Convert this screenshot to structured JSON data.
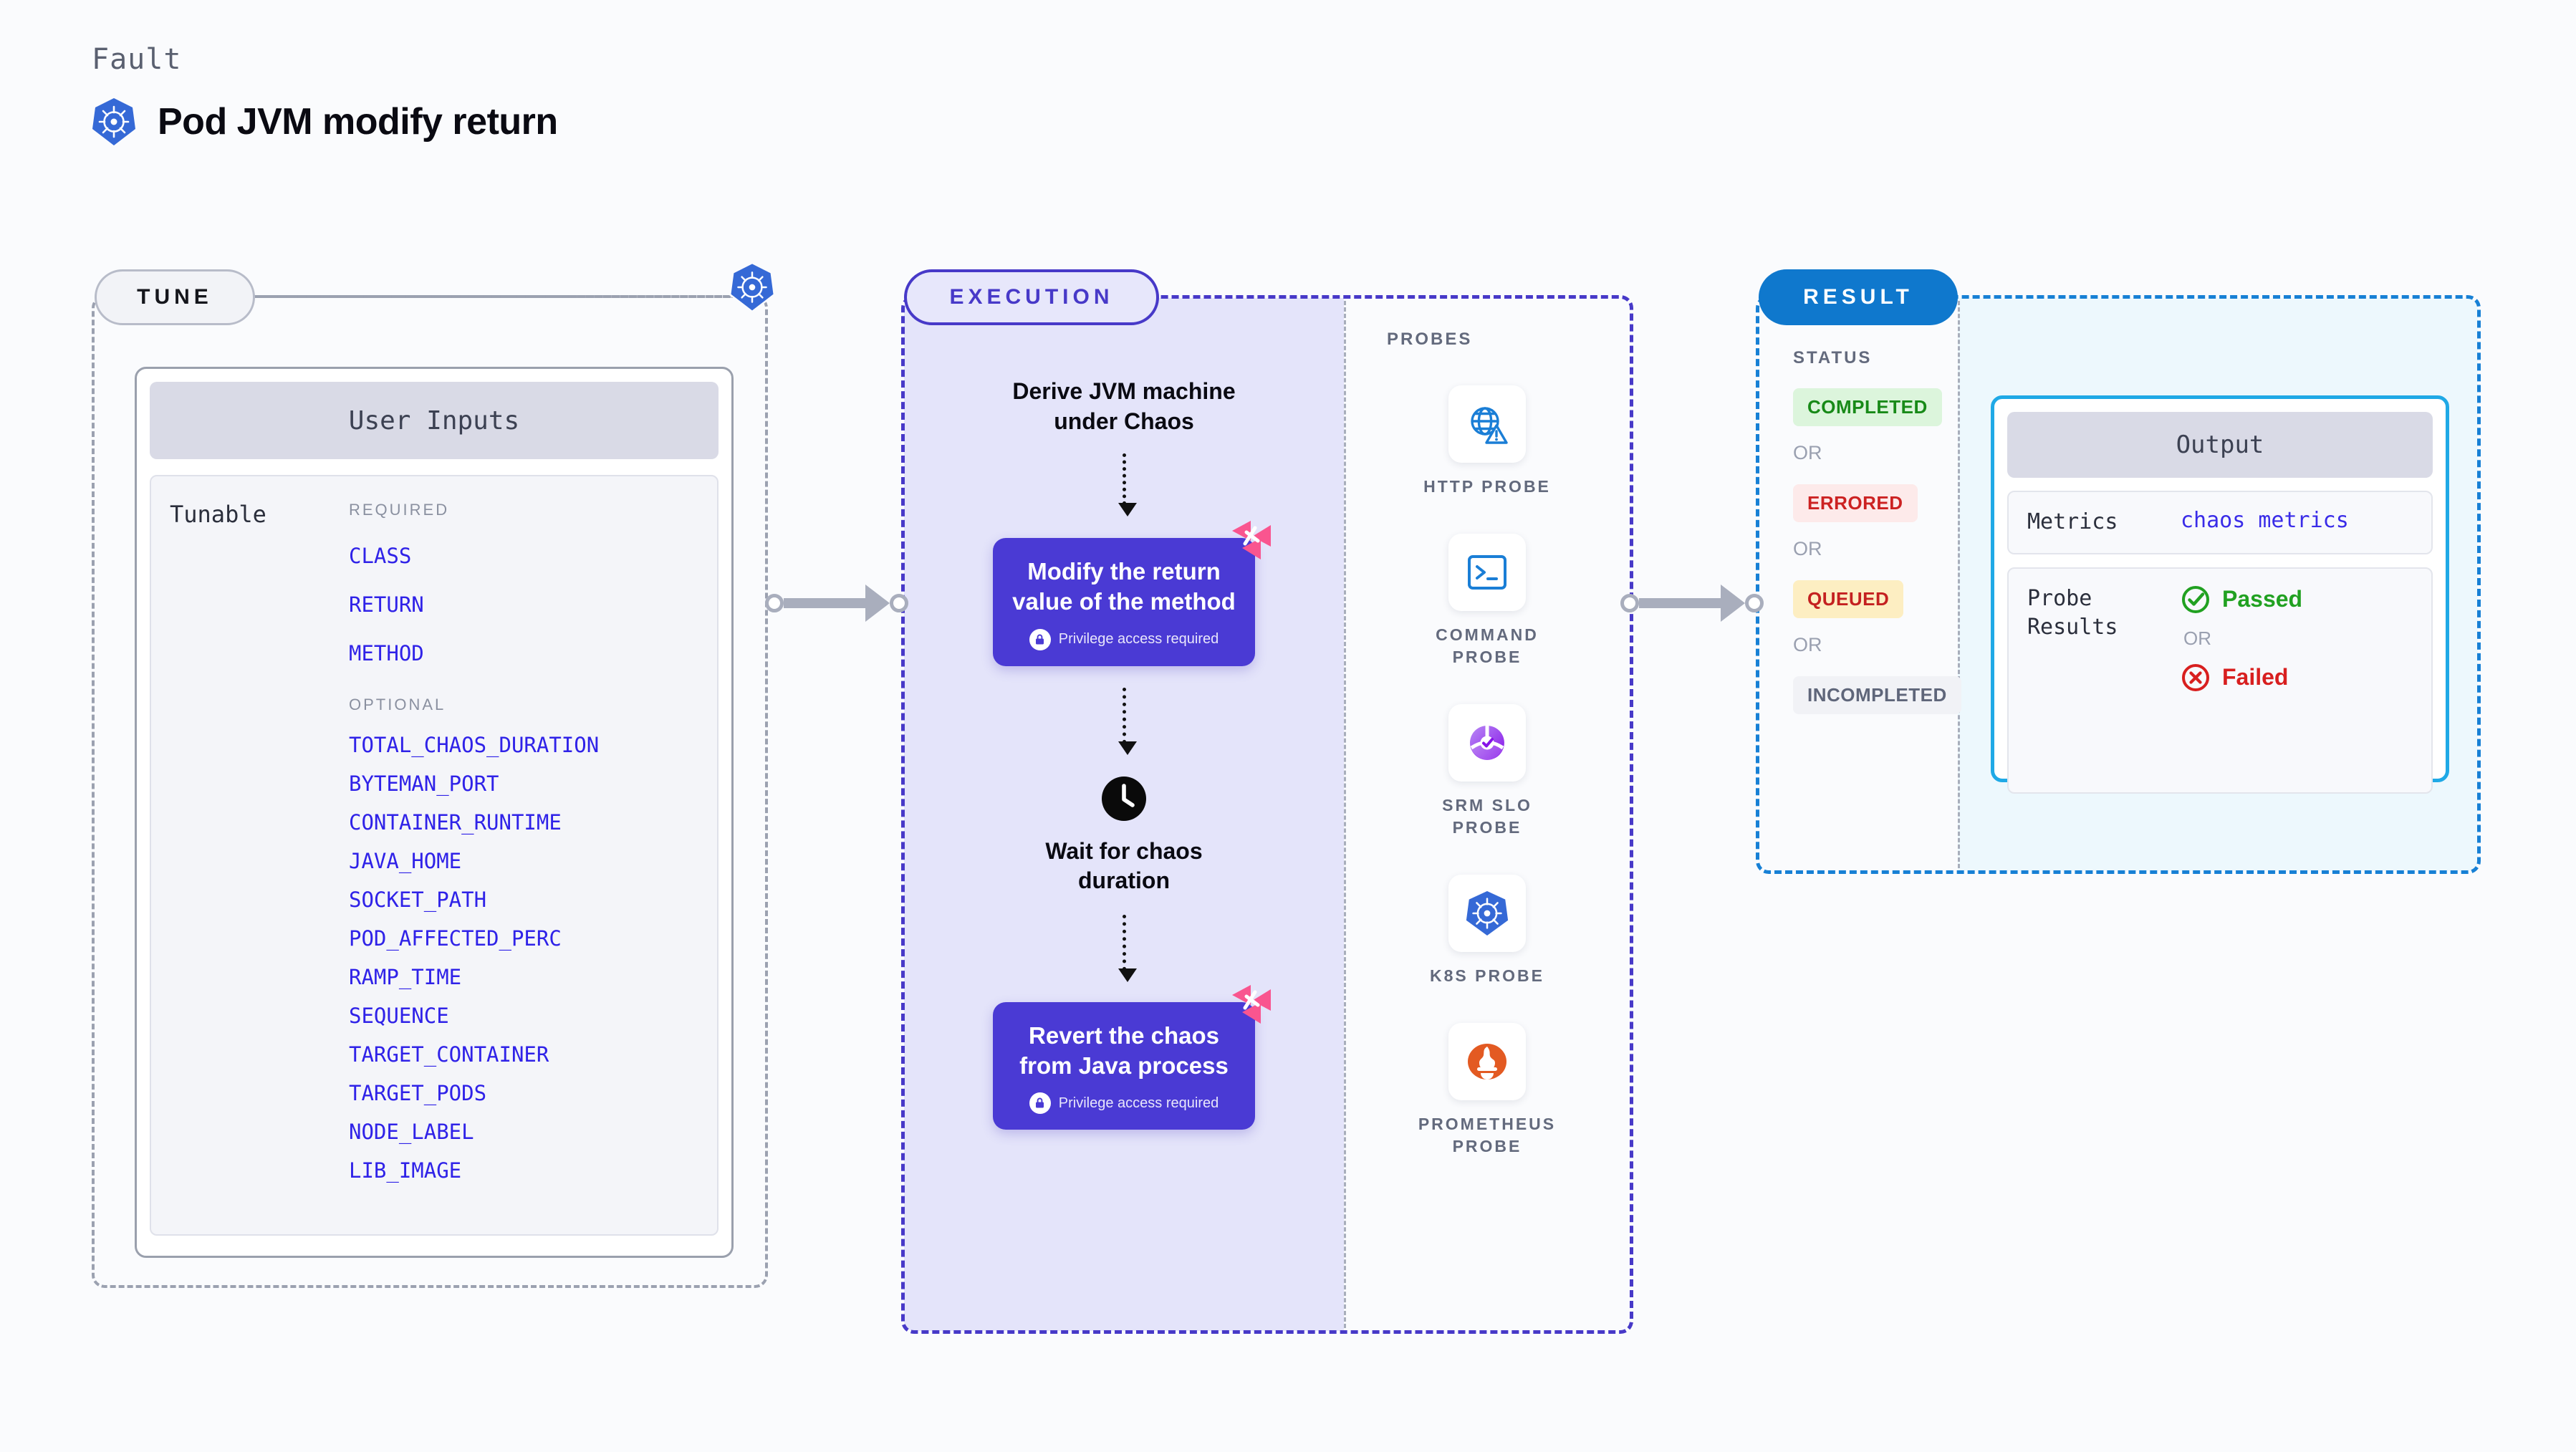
{
  "header": {
    "kicker": "Fault",
    "title": "Pod JVM modify return",
    "logo_icon": "kubernetes-icon"
  },
  "stages": {
    "tune": {
      "pill_label": "TUNE",
      "badge_icon": "kubernetes-icon"
    },
    "execution": {
      "pill_label": "EXECUTION"
    },
    "result": {
      "pill_label": "RESULT"
    }
  },
  "tune": {
    "card_title": "User Inputs",
    "row_label": "Tunable",
    "required_label": "REQUIRED",
    "required": [
      "CLASS",
      "RETURN",
      "METHOD"
    ],
    "optional_label": "OPTIONAL",
    "optional": [
      "TOTAL_CHAOS_DURATION",
      "BYTEMAN_PORT",
      "CONTAINER_RUNTIME",
      "JAVA_HOME",
      "SOCKET_PATH",
      "POD_AFFECTED_PERC",
      "RAMP_TIME",
      "SEQUENCE",
      "TARGET_CONTAINER",
      "TARGET_PODS",
      "NODE_LABEL",
      "LIB_IMAGE"
    ]
  },
  "execution": {
    "step1_title": "Derive JVM machine\nunder Chaos",
    "step2_title": "Modify the return\nvalue of the method",
    "step2_note": "Privilege access required",
    "step2_badge_icon": "litmuschaos-icon",
    "step2_note_icon": "lock-icon",
    "step3_icon": "clock-icon",
    "step3_title": "Wait for chaos\nduration",
    "step4_title": "Revert the chaos\nfrom Java process",
    "step4_note": "Privilege access required",
    "step4_badge_icon": "litmuschaos-icon",
    "step4_note_icon": "lock-icon"
  },
  "probes": {
    "section_label": "PROBES",
    "items": [
      {
        "name": "HTTP PROBE",
        "icon": "globe-warning-icon"
      },
      {
        "name": "COMMAND\nPROBE",
        "icon": "terminal-icon"
      },
      {
        "name": "SRM SLO\nPROBE",
        "icon": "srm-slo-gauge-icon"
      },
      {
        "name": "K8S PROBE",
        "icon": "kubernetes-icon"
      },
      {
        "name": "PROMETHEUS\nPROBE",
        "icon": "prometheus-icon"
      }
    ]
  },
  "result": {
    "status_label": "STATUS",
    "or_label": "OR",
    "statuses": [
      {
        "label": "COMPLETED",
        "bg": "#dcf5dc",
        "fg": "#188a18"
      },
      {
        "label": "ERRORED",
        "bg": "#fdeaea",
        "fg": "#cc2222"
      },
      {
        "label": "QUEUED",
        "bg": "#fdeec2",
        "fg": "#c42020"
      },
      {
        "label": "INCOMPLETED",
        "bg": "#f1f2f6",
        "fg": "#5f667a"
      }
    ],
    "output": {
      "card_title": "Output",
      "metrics_key": "Metrics",
      "metrics_value": "chaos metrics",
      "probe_results_key": "Probe\nResults",
      "passed_label": "Passed",
      "passed_icon": "check-circle-icon",
      "or_label": "OR",
      "failed_label": "Failed",
      "failed_icon": "x-circle-icon"
    }
  },
  "colors": {
    "indigo": "#4739c8",
    "card_purple": "#4a3ad4",
    "result_blue": "#1780d5",
    "param_blue": "#2f22e8",
    "pink": "#f9558f",
    "green": "#21a121",
    "red": "#d81f1f"
  }
}
